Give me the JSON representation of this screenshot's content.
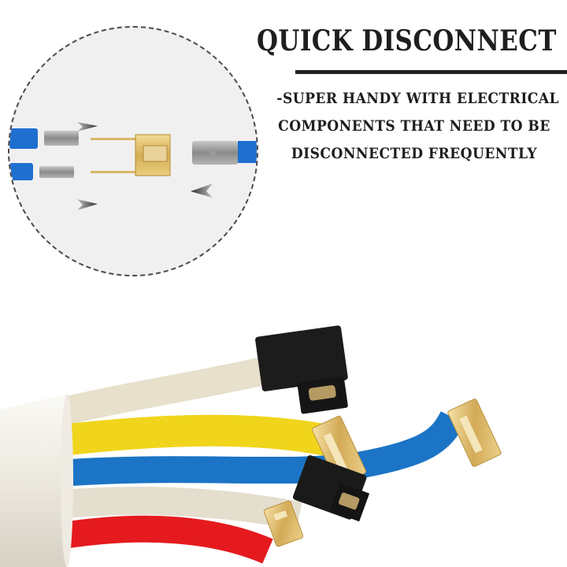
{
  "heading": {
    "title": "QUICK DISCONNECT",
    "subtitle_lines": [
      "-SUPER HANDY WITH ELECTRICAL",
      "COMPONENTS THAT NEED TO BE",
      "DISCONNECTED FREQUENTLY"
    ]
  },
  "colors": {
    "text": "#1e1e1e",
    "wire_blue": "#1f6fd0",
    "wire_yellow": "#f2d91a",
    "wire_red": "#e8191d",
    "wire_white": "#e9e4d6",
    "brass": "#d9b86a",
    "connector_black": "#1b1b1b",
    "circle_bg": "#f1f0f1"
  },
  "detail_circle": {
    "arrows": [
      "right",
      "right",
      "left"
    ],
    "components": [
      "blue-insulated-male-terminals",
      "brass-adapter",
      "blue-insulated-female-terminal"
    ]
  },
  "product_photo": {
    "wires": [
      "white",
      "yellow",
      "blue",
      "white",
      "red"
    ],
    "connectors": [
      "black-housing",
      "brass-spade",
      "brass-spade",
      "black-housing",
      "brass-spade"
    ]
  }
}
